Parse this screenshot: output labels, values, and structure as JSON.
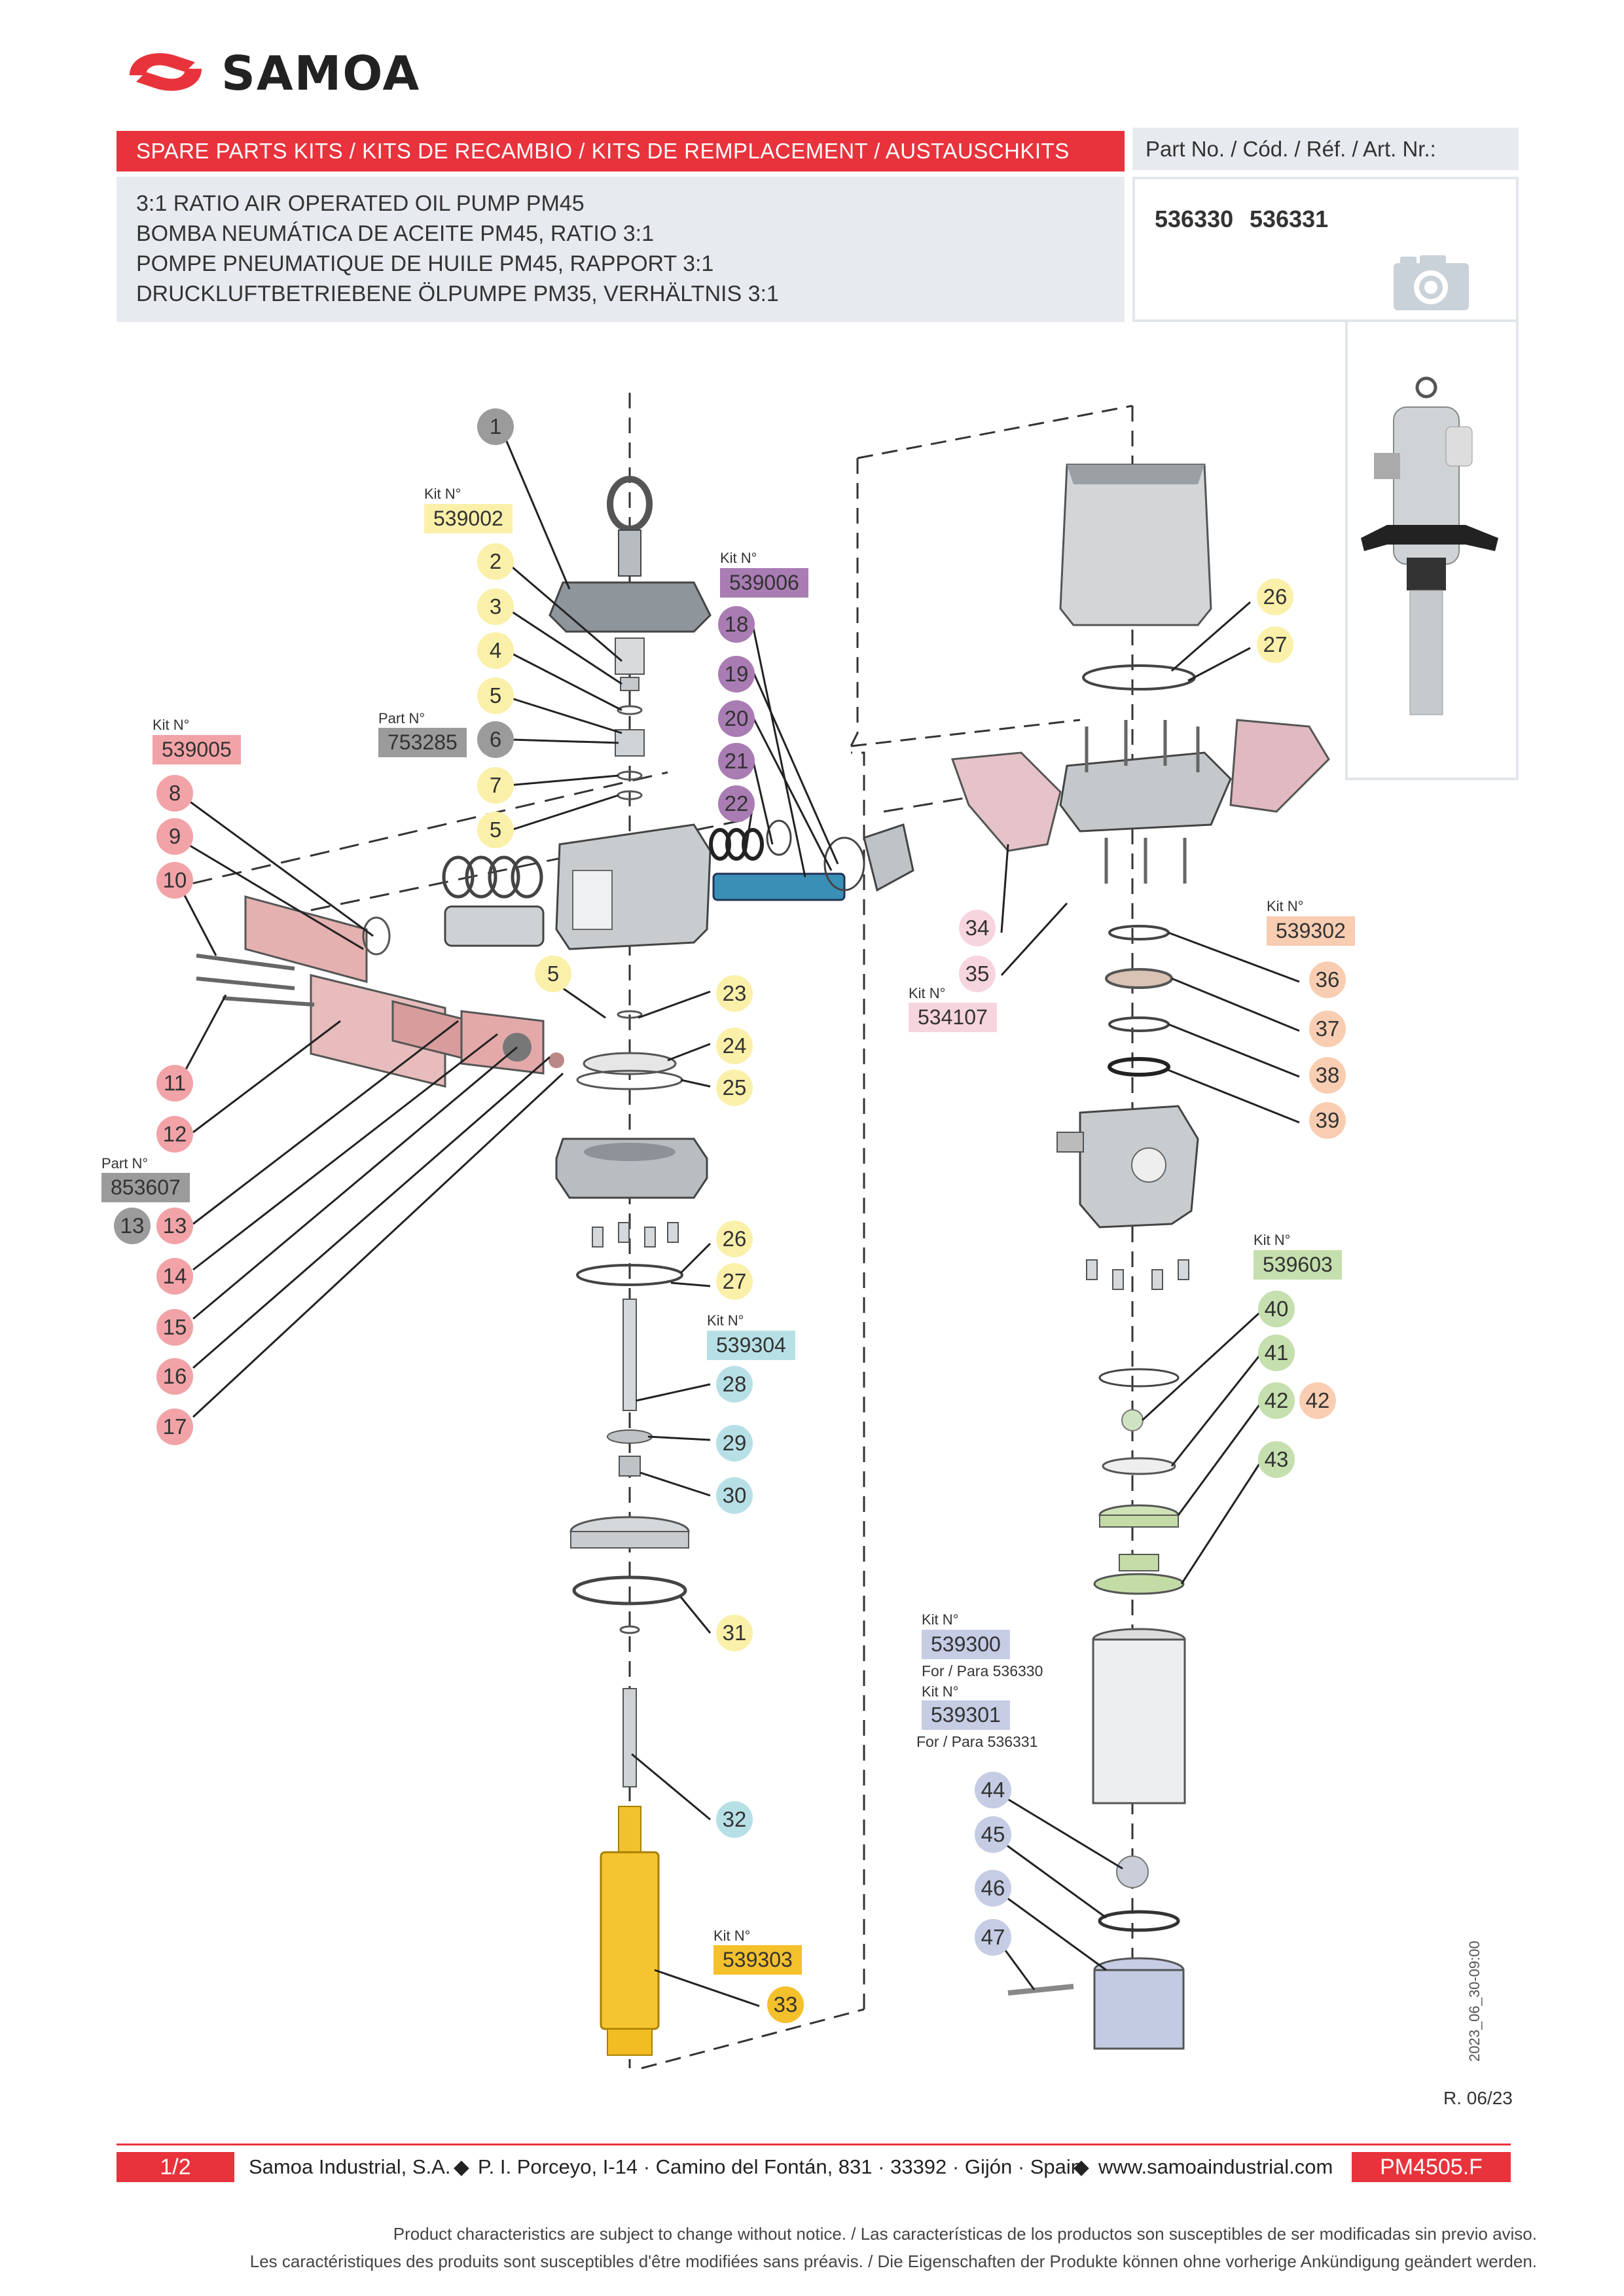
{
  "brand": {
    "name": "SAMOA"
  },
  "header": {
    "banner": "SPARE PARTS KITS / KITS DE RECAMBIO / KITS DE REMPLACEMENT / AUSTAUSCHKITS",
    "partno_label": "Part No. / Cód. / Réf. / Art. Nr.:",
    "partno_values": [
      "536330",
      "536331"
    ],
    "description_lines": [
      "3:1 RATIO AIR OPERATED OIL PUMP PM45",
      "BOMBA NEUMÁTICA DE ACEITE PM45, RATIO 3:1",
      "POMPE PNEUMATIQUE DE HUILE PM45, RAPPORT 3:1",
      "DRUCKLUFTBETRIEBENE ÖLPUMPE PM35, VERHÄLTNIS 3:1"
    ]
  },
  "kits": [
    {
      "id": "kit_539002",
      "label": "Kit N°",
      "number": "539002",
      "color": "yellow"
    },
    {
      "id": "kit_539006",
      "label": "Kit N°",
      "number": "539006",
      "color": "purple"
    },
    {
      "id": "kit_539005",
      "label": "Kit N°",
      "number": "539005",
      "color": "red"
    },
    {
      "id": "part_753285",
      "label": "Part N°",
      "number": "753285",
      "color": "gray"
    },
    {
      "id": "part_853607",
      "label": "Part N°",
      "number": "853607",
      "color": "gray"
    },
    {
      "id": "kit_534107",
      "label": "Kit N°",
      "number": "534107",
      "color": "pink"
    },
    {
      "id": "kit_539302",
      "label": "Kit N°",
      "number": "539302",
      "color": "orange"
    },
    {
      "id": "kit_539603",
      "label": "Kit N°",
      "number": "539603",
      "color": "green"
    },
    {
      "id": "kit_539304",
      "label": "Kit N°",
      "number": "539304",
      "color": "cyan"
    },
    {
      "id": "kit_539300",
      "label": "Kit N°",
      "number": "539300",
      "color": "blue",
      "note": "For / Para 536330"
    },
    {
      "id": "kit_539301",
      "label": "Kit N°",
      "number": "539301",
      "color": "blue",
      "note": "For / Para 536331"
    },
    {
      "id": "kit_539303",
      "label": "Kit N°",
      "number": "539303",
      "color": "gold"
    }
  ],
  "callouts": [
    {
      "n": "1",
      "c": "gray"
    },
    {
      "n": "2",
      "c": "yellow"
    },
    {
      "n": "3",
      "c": "yellow"
    },
    {
      "n": "4",
      "c": "yellow"
    },
    {
      "n": "5",
      "c": "yellow"
    },
    {
      "n": "6",
      "c": "gray"
    },
    {
      "n": "7",
      "c": "yellow"
    },
    {
      "n": "5",
      "c": "yellow"
    },
    {
      "n": "18",
      "c": "purple"
    },
    {
      "n": "19",
      "c": "purple"
    },
    {
      "n": "20",
      "c": "purple"
    },
    {
      "n": "21",
      "c": "purple"
    },
    {
      "n": "22",
      "c": "purple"
    },
    {
      "n": "8",
      "c": "red"
    },
    {
      "n": "9",
      "c": "red"
    },
    {
      "n": "10",
      "c": "red"
    },
    {
      "n": "11",
      "c": "red"
    },
    {
      "n": "12",
      "c": "red"
    },
    {
      "n": "13",
      "c": "gray"
    },
    {
      "n": "13",
      "c": "red"
    },
    {
      "n": "14",
      "c": "red"
    },
    {
      "n": "15",
      "c": "red"
    },
    {
      "n": "16",
      "c": "red"
    },
    {
      "n": "17",
      "c": "red"
    },
    {
      "n": "5",
      "c": "yellow"
    },
    {
      "n": "23",
      "c": "yellow"
    },
    {
      "n": "24",
      "c": "yellow"
    },
    {
      "n": "25",
      "c": "yellow"
    },
    {
      "n": "26",
      "c": "yellow"
    },
    {
      "n": "27",
      "c": "yellow"
    },
    {
      "n": "28",
      "c": "cyan"
    },
    {
      "n": "29",
      "c": "cyan"
    },
    {
      "n": "30",
      "c": "cyan"
    },
    {
      "n": "31",
      "c": "yellow"
    },
    {
      "n": "32",
      "c": "cyan"
    },
    {
      "n": "33",
      "c": "gold"
    },
    {
      "n": "26",
      "c": "yellow"
    },
    {
      "n": "27",
      "c": "yellow"
    },
    {
      "n": "34",
      "c": "pink"
    },
    {
      "n": "35",
      "c": "pink"
    },
    {
      "n": "36",
      "c": "orange"
    },
    {
      "n": "37",
      "c": "orange"
    },
    {
      "n": "38",
      "c": "orange"
    },
    {
      "n": "39",
      "c": "orange"
    },
    {
      "n": "40",
      "c": "green"
    },
    {
      "n": "41",
      "c": "green"
    },
    {
      "n": "42",
      "c": "green"
    },
    {
      "n": "42",
      "c": "orange"
    },
    {
      "n": "43",
      "c": "green"
    },
    {
      "n": "44",
      "c": "blue"
    },
    {
      "n": "45",
      "c": "blue"
    },
    {
      "n": "46",
      "c": "blue"
    },
    {
      "n": "47",
      "c": "blue"
    }
  ],
  "revision": "R. 06/23",
  "date_stamp": "2023_06_30-09:00",
  "footer": {
    "page": "1/2",
    "company": "Samoa Industrial, S.A.",
    "address": "P. I. Porceyo,  I-14 · Camino del Fontán, 831 · 33392 · Gijón · Spain",
    "website": "www.samoaindustrial.com",
    "doc_code": "PM4505.F",
    "disclaimer_1": "Product characteristics are subject to change without notice. / Las características de los productos son susceptibles de ser modificadas sin previo aviso.",
    "disclaimer_2": "Les caractéristiques des produits sont susceptibles d'être modifiées sans préavis. / Die Eigenschaften der Produkte können ohne vorherige Ankündigung geändert werden."
  },
  "colors": {
    "brand_red": "#e8333c",
    "panel_gray": "#e7ebef"
  }
}
